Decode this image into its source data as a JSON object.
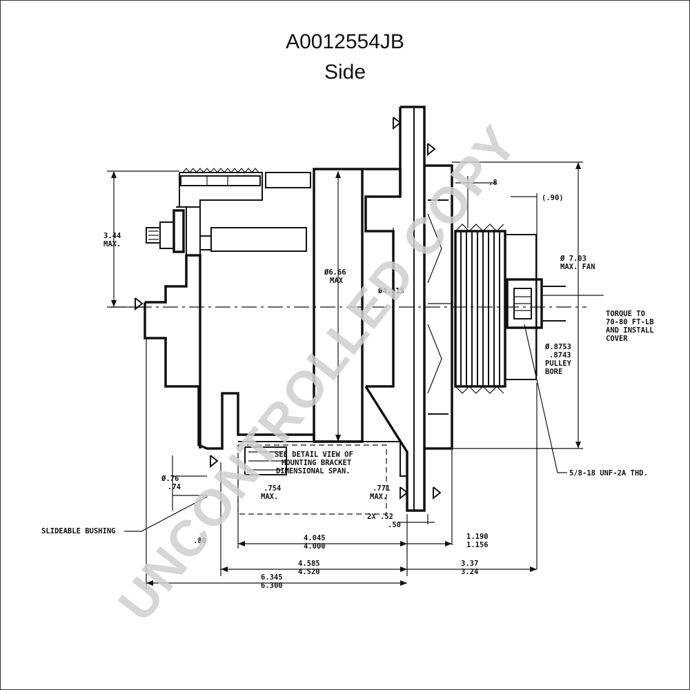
{
  "header": {
    "part_number": "A0012554JB",
    "view": "Side"
  },
  "watermark": "UNCONTROLLED COPY",
  "labels": {
    "dim_344": [
      "3.44",
      "MAX."
    ],
    "dim_666": [
      "Ø6.66",
      "MAX"
    ],
    "dim_615": "Ø4.615",
    "dim_8": ".8",
    "dim_90": "(.90)",
    "fan": [
      "Ø 7.03",
      "MAX. FAN"
    ],
    "torque": [
      "TORQUE TO",
      "70-80 FT-LB",
      "AND INSTALL",
      "COVER"
    ],
    "bore": [
      "Ø.8753",
      ".8743",
      "PULLEY",
      "BORE"
    ],
    "thread": "5/8-18 UNF-2A THD.",
    "detail": [
      "SEE DETAIL VIEW OF",
      "MOUNTING BRACKET",
      "DIMENSIONAL SPAN."
    ],
    "dim_76": [
      "Ø.76",
      ".74"
    ],
    "dim_754": [
      ".754",
      "MAX."
    ],
    "dim_771": [
      ".771",
      "MAX."
    ],
    "dim_52": [
      "2X  .52",
      ".50"
    ],
    "bushing": "SLIDEABLE BUSHING",
    "dim_80": ".80",
    "dim_4045": [
      "4.045",
      "4.000"
    ],
    "dim_1190": [
      "1.190",
      "1.156"
    ],
    "dim_4585": [
      "4.585",
      "4.520"
    ],
    "dim_337": [
      "3.37",
      "3.24"
    ],
    "dim_6345": [
      "6.345",
      "6.300"
    ]
  }
}
